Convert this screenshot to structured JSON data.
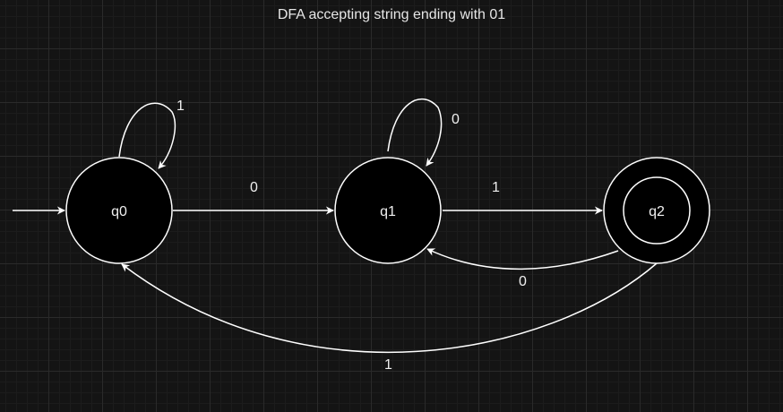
{
  "diagram": {
    "title": "DFA accepting string ending with 01",
    "states": [
      {
        "id": "q0",
        "label": "q0",
        "start": true,
        "accepting": false
      },
      {
        "id": "q1",
        "label": "q1",
        "start": false,
        "accepting": false
      },
      {
        "id": "q2",
        "label": "q2",
        "start": false,
        "accepting": true
      }
    ],
    "transitions": [
      {
        "from": "q0",
        "to": "q0",
        "label": "1"
      },
      {
        "from": "q0",
        "to": "q1",
        "label": "0"
      },
      {
        "from": "q1",
        "to": "q1",
        "label": "0"
      },
      {
        "from": "q1",
        "to": "q2",
        "label": "1"
      },
      {
        "from": "q2",
        "to": "q1",
        "label": "0"
      },
      {
        "from": "q2",
        "to": "q0",
        "label": "1"
      }
    ],
    "colors": {
      "background": "#141414",
      "state_fill": "#000000",
      "stroke": "#ffffff",
      "text": "#f0f0f0"
    }
  }
}
